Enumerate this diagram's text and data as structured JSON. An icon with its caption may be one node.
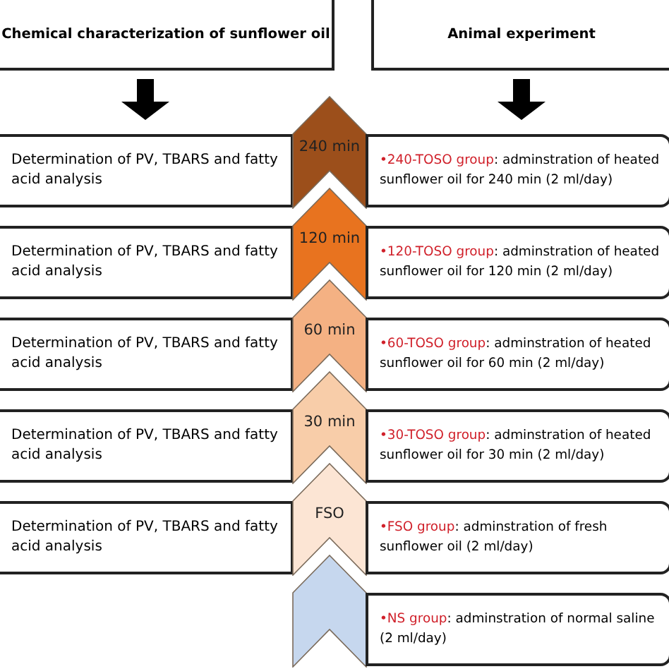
{
  "diagram": {
    "nodes": [
      {
        "text": [
          "Chemical characterization of sunflower oil"
        ]
      },
      {
        "text": [
          "Animal experiment"
        ]
      },
      {
        "text": [
          "Determination of PV, TBARS and fatty acid analysis"
        ]
      },
      {
        "text": [
          "240 min"
        ]
      },
      {
        "text": [
          "•240-TOSO group",
          ": adminstration of heated sunflower oil for 240 min (2 ml/day)"
        ]
      },
      {
        "text": [
          "Determination of PV, TBARS and fatty acid analysis"
        ]
      },
      {
        "text": [
          "120 min"
        ]
      },
      {
        "text": [
          "•120-TOSO group",
          ": adminstration of heated sunflower oil for 120 min (2 ml/day)"
        ]
      },
      {
        "text": [
          "Determination of PV, TBARS and fatty acid analysis"
        ]
      },
      {
        "text": [
          "60 min"
        ]
      },
      {
        "text": [
          "•60-TOSO group",
          ": adminstration of heated sunflower oil for 60 min (2 ml/day)"
        ]
      },
      {
        "text": [
          "Determination of PV, TBARS and fatty acid analysis"
        ]
      },
      {
        "text": [
          "30 min"
        ]
      },
      {
        "text": [
          "•30-TOSO group",
          ": adminstration of heated sunflower oil for 30 min (2 ml/day)"
        ]
      },
      {
        "text": [
          "Determination of PV, TBARS and fatty acid analysis"
        ]
      },
      {
        "text": [
          "FSO"
        ]
      },
      {
        "text": [
          "•FSO group",
          ": adminstration of fresh sunflower oil (2 ml/day)"
        ]
      },
      {
        "text": [],
        "shape": "chevron"
      },
      {
        "text": [
          "•NS group",
          ": adminstration of normal saline (2 ml/day)"
        ]
      }
    ],
    "edges": [
      {
        "from": 0,
        "to": 2,
        "arrow": "to"
      },
      {
        "from": 1,
        "to": 4,
        "arrow": "to"
      }
    ]
  }
}
